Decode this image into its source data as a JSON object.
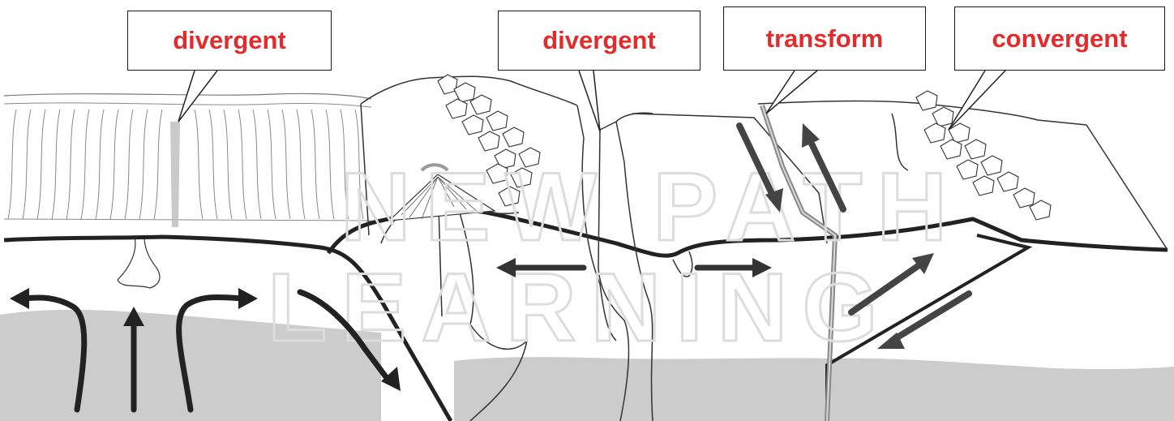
{
  "labels": {
    "left_divergent": "divergent",
    "middle_divergent": "divergent",
    "transform": "transform",
    "convergent": "convergent"
  },
  "watermark": {
    "line1": "NEW PATH",
    "line2": "LEARNING"
  },
  "colors": {
    "label_text": "#e32b2b",
    "mantle": "#cccccc",
    "arrow_dark": "#222222",
    "arrow_gray": "#555555"
  }
}
